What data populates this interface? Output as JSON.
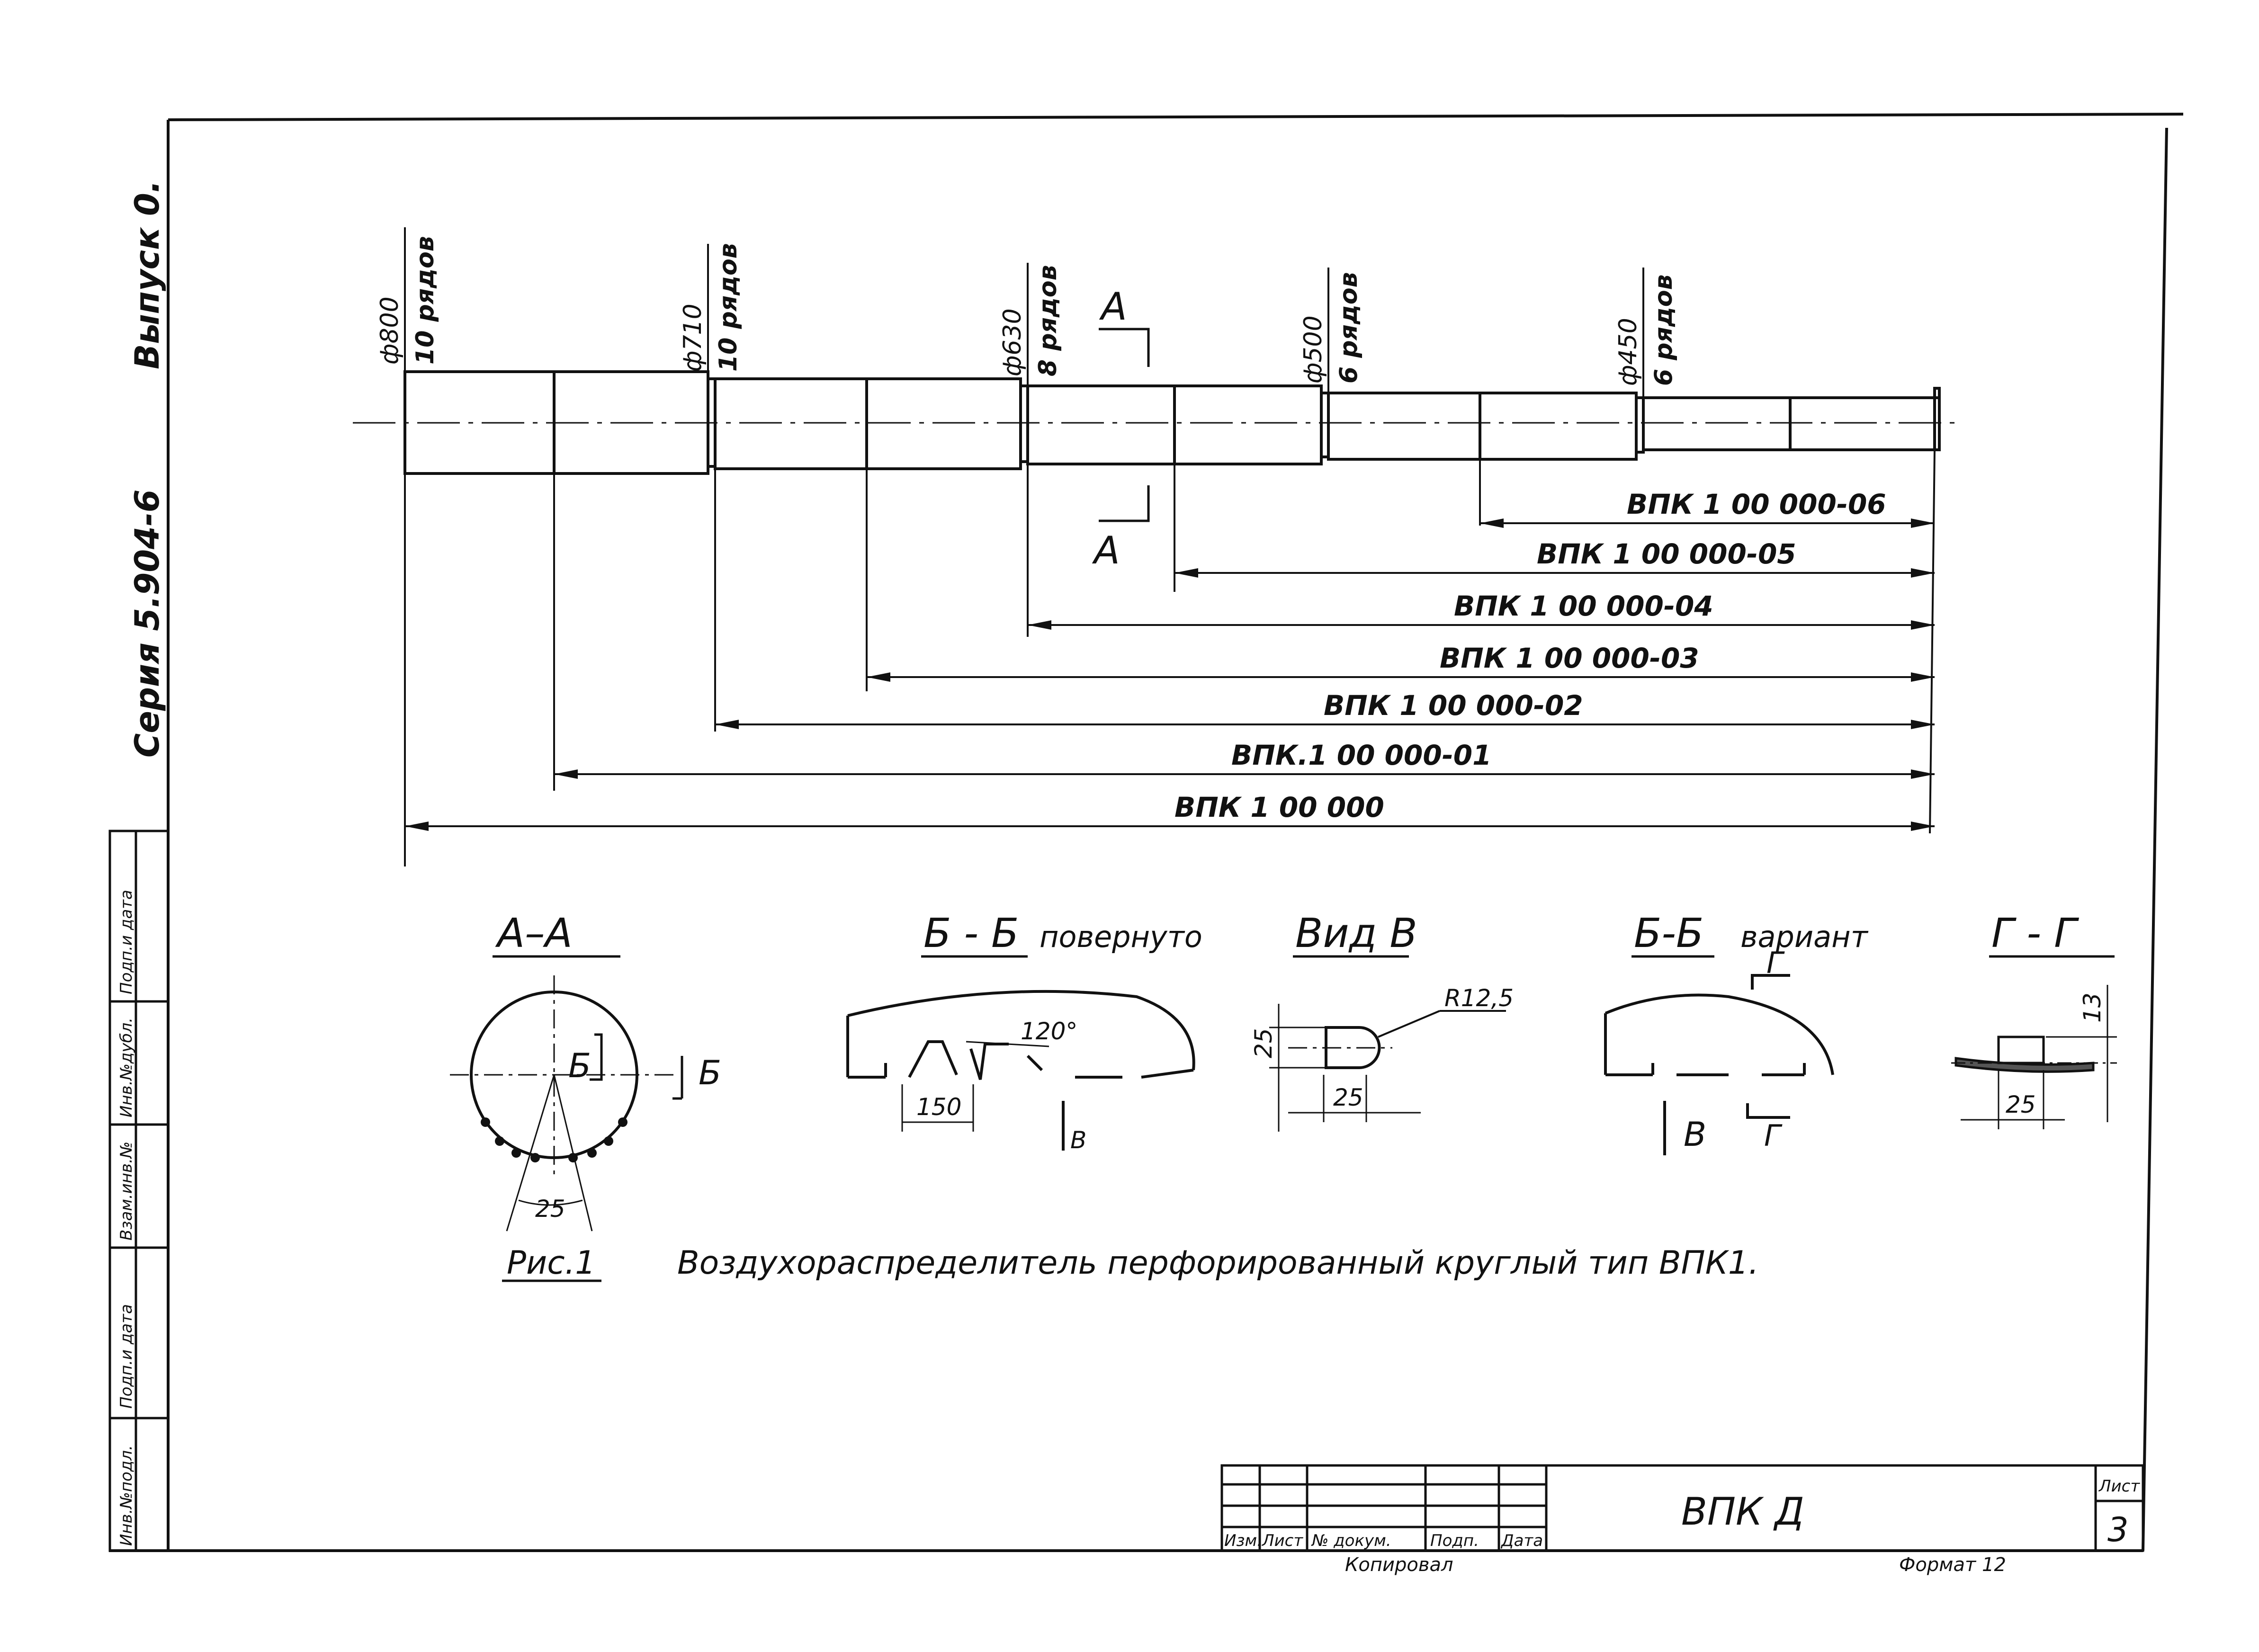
{
  "side": {
    "issue": "Выпуск 0.",
    "series": "Серия 5.904-6"
  },
  "left_stamp": {
    "cells": [
      "Инв.№подл.",
      "Подп.и дата",
      "Взам.инв.№",
      "Инв.№дубл.",
      "Подп.и дата"
    ]
  },
  "sections": [
    {
      "dia": "ф800",
      "rows": "10 рядов"
    },
    {
      "dia": "ф710",
      "rows": "10 рядов"
    },
    {
      "dia": "ф630",
      "rows": "8 рядов"
    },
    {
      "dia": "ф500",
      "rows": "6 рядов"
    },
    {
      "dia": "ф450",
      "rows": "6 рядов"
    }
  ],
  "cut_label": "А",
  "variants": [
    "ВПК 1 00 000-06",
    "ВПК 1 00 000-05",
    "ВПК 1 00 000-04",
    "ВПК 1 00 000-03",
    "ВПК 1 00 000-02",
    "ВПК.1 00 000-01",
    "ВПК 1 00 000"
  ],
  "views": {
    "aa": {
      "title": "А–А",
      "cut": "Б",
      "angle": "25"
    },
    "bb": {
      "title": "Б - Б",
      "note": "повернуто",
      "angle": "120°",
      "dim": "150",
      "view": "В"
    },
    "vid": {
      "title": "Вид В",
      "radius": "R12,5",
      "height": "25",
      "width": "25"
    },
    "bbv": {
      "title": "Б-Б",
      "note": "вариант",
      "view": "В",
      "cut": "Г"
    },
    "gg": {
      "title": "Г - Г",
      "height": "13",
      "width": "25"
    }
  },
  "caption": {
    "fig": "Рис.1",
    "text": "Воздухораспределитель перфорированный круглый тип ВПК1."
  },
  "title_block": {
    "headers": [
      "Изм.",
      "Лист",
      "№ докум.",
      "Подп.",
      "Дата"
    ],
    "designation": "ВПК Д",
    "sheet_label": "Лист",
    "sheet_no": "3",
    "copied": "Копировал",
    "format": "Формат 12"
  }
}
